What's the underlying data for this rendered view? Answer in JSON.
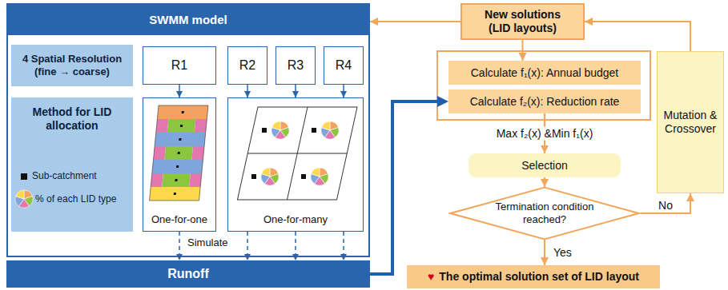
{
  "diagram": {
    "nodes": [
      {
        "text": [
          "SWMM model"
        ]
      },
      {
        "text": [
          "4 Spatial Resolution (fine → coarse)"
        ],
        "in": 0
      },
      {
        "text": [
          "R1"
        ],
        "in": 0
      },
      {
        "text": [
          "R2"
        ],
        "in": 0
      },
      {
        "text": [
          "R3"
        ],
        "in": 0
      },
      {
        "text": [
          "R4"
        ],
        "in": 0
      },
      {
        "text": [
          "Method for LID allocation"
        ],
        "in": 0
      },
      {
        "text": [
          "One-for-one"
        ],
        "in": 0
      },
      {
        "text": [
          "One-for-many"
        ],
        "in": 0
      },
      {
        "text": [
          "Runoff"
        ]
      },
      {
        "text": [
          "New solutions (LID layouts)"
        ]
      },
      {
        "text": [
          "Calculate f₁(x): Annual budget"
        ]
      },
      {
        "text": [
          "Calculate f₂(x): Reduction rate"
        ]
      },
      {
        "text": [
          "Selection"
        ]
      },
      {
        "text": [
          "Termination condition reached?"
        ]
      },
      {
        "text": [
          "Mutation & Crossover"
        ]
      },
      {
        "text": [
          "♥",
          "The optimal solution set of LID layout"
        ]
      }
    ],
    "edges": [
      {
        "from": 2,
        "to": 7,
        "arrow": "to"
      },
      {
        "from": 3,
        "to": 8,
        "arrow": "to"
      },
      {
        "from": 4,
        "to": 8,
        "arrow": "to"
      },
      {
        "from": 5,
        "to": 8,
        "arrow": "to"
      },
      {
        "from": 7,
        "to": 9,
        "arrow": "to"
      },
      {
        "from": 8,
        "to": 9,
        "arrow": "to"
      },
      {
        "from": 8,
        "to": 9,
        "arrow": "to"
      },
      {
        "from": 8,
        "to": 9,
        "arrow": "to"
      },
      {
        "from": 9,
        "to": 12,
        "arrow": "to"
      },
      {
        "from": 10,
        "to": 0,
        "arrow": "to"
      },
      {
        "from": 10,
        "to": 11,
        "arrow": "to"
      },
      {
        "from": 12,
        "to": 13,
        "label": "Max f₂(x) &Min f₁(x)",
        "arrow": "to"
      },
      {
        "from": 13,
        "to": 14,
        "arrow": "to"
      },
      {
        "from": 14,
        "to": 15,
        "label": "No",
        "arrow": "to"
      },
      {
        "from": 15,
        "to": 10,
        "arrow": "to"
      },
      {
        "from": 14,
        "to": 16,
        "label": "Yes",
        "arrow": "to"
      }
    ],
    "labels": [
      "Simulate"
    ],
    "legend": [
      {
        "text": "Sub-catchment"
      },
      {
        "text": "% of each LID type"
      }
    ]
  }
}
